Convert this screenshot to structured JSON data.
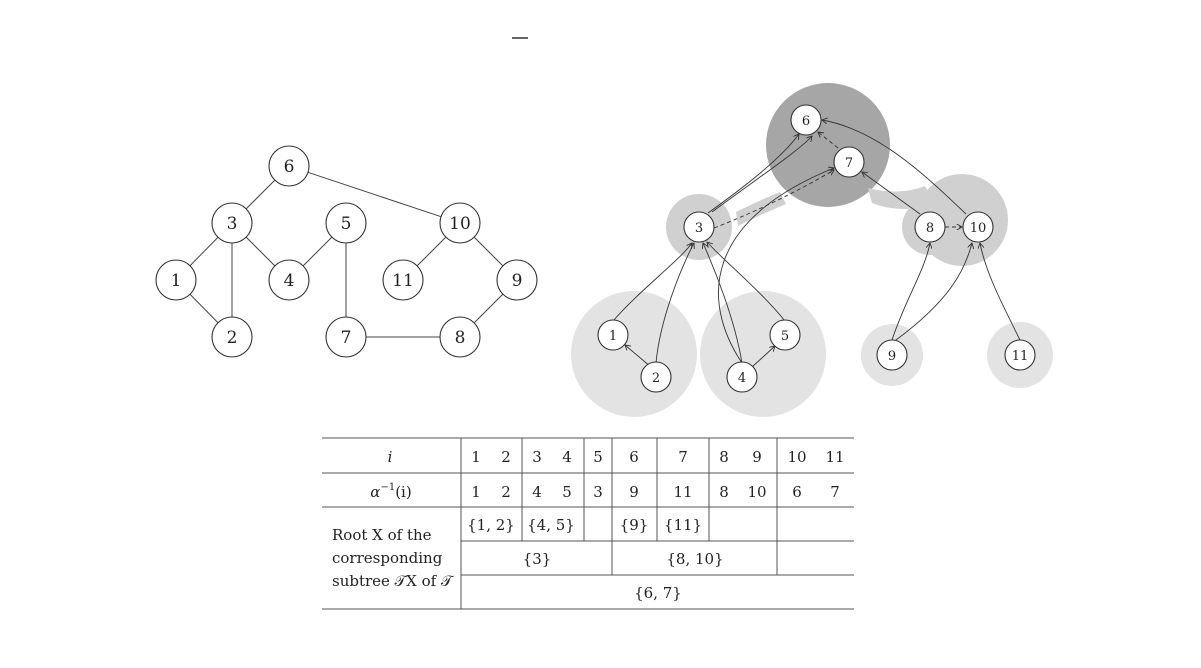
{
  "graph": {
    "nodes": [
      {
        "id": "1",
        "label": "1"
      },
      {
        "id": "2",
        "label": "2"
      },
      {
        "id": "3",
        "label": "3"
      },
      {
        "id": "4",
        "label": "4"
      },
      {
        "id": "5",
        "label": "5"
      },
      {
        "id": "6",
        "label": "6"
      },
      {
        "id": "7",
        "label": "7"
      },
      {
        "id": "8",
        "label": "8"
      },
      {
        "id": "9",
        "label": "9"
      },
      {
        "id": "10",
        "label": "10"
      },
      {
        "id": "11",
        "label": "11"
      }
    ],
    "edges": [
      [
        "6",
        "3"
      ],
      [
        "6",
        "10"
      ],
      [
        "3",
        "1"
      ],
      [
        "3",
        "2"
      ],
      [
        "3",
        "4"
      ],
      [
        "1",
        "2"
      ],
      [
        "4",
        "5"
      ],
      [
        "5",
        "7"
      ],
      [
        "7",
        "8"
      ],
      [
        "8",
        "9"
      ],
      [
        "9",
        "10"
      ],
      [
        "10",
        "11"
      ]
    ]
  },
  "tree": {
    "nodes": [
      {
        "id": "6",
        "label": "6"
      },
      {
        "id": "7",
        "label": "7"
      },
      {
        "id": "3",
        "label": "3"
      },
      {
        "id": "8",
        "label": "8"
      },
      {
        "id": "10",
        "label": "10"
      },
      {
        "id": "1",
        "label": "1"
      },
      {
        "id": "2",
        "label": "2"
      },
      {
        "id": "4",
        "label": "4"
      },
      {
        "id": "5",
        "label": "5"
      },
      {
        "id": "9",
        "label": "9"
      },
      {
        "id": "11",
        "label": "11"
      }
    ],
    "groups": [
      {
        "members": [
          "6",
          "7"
        ],
        "color": "#a6a6a6"
      },
      {
        "members": [
          "3"
        ],
        "color": "#d0d0d0"
      },
      {
        "members": [
          "8",
          "10"
        ],
        "color": "#d0d0d0"
      },
      {
        "members": [
          "1",
          "2"
        ],
        "color": "#e3e3e3"
      },
      {
        "members": [
          "4",
          "5"
        ],
        "color": "#e3e3e3"
      },
      {
        "members": [
          "9"
        ],
        "color": "#e3e3e3"
      },
      {
        "members": [
          "11"
        ],
        "color": "#e3e3e3"
      }
    ]
  },
  "table": {
    "row_i_label": "i",
    "row_alpha_label": "α",
    "row_alpha_sup": "−1",
    "row_alpha_suffix": "(i)",
    "i_values": [
      "1",
      "2",
      "3",
      "4",
      "5",
      "6",
      "7",
      "8",
      "9",
      "10",
      "11"
    ],
    "alpha_values": [
      "1",
      "2",
      "4",
      "5",
      "3",
      "9",
      "11",
      "8",
      "10",
      "6",
      "7"
    ],
    "root_label_lines": [
      "Root X of the",
      "corresponding",
      "subtree 𝒯X of 𝒯"
    ],
    "level1": [
      "{1, 2}",
      "{4, 5}",
      "{9}",
      "{11}"
    ],
    "level2": [
      "{3}",
      "{8, 10}"
    ],
    "level3": [
      "{6, 7}"
    ]
  }
}
